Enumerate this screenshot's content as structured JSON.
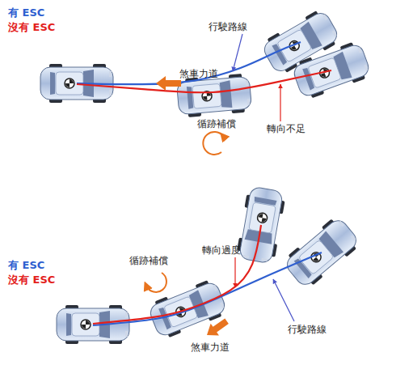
{
  "diagram": {
    "labels": [
      "行駛路線",
      "煞車力道",
      "循跡補償",
      "轉向不足",
      "循跡補償",
      "轉向過度",
      "行駛路線",
      "煞車力道"
    ],
    "legend": [
      {
        "text": "有 ESC",
        "color": "#2f5fd0"
      },
      {
        "text": "沒有 ESC",
        "color": "#e3211c"
      },
      {
        "text": "有 ESC",
        "color": "#2f5fd0"
      },
      {
        "text": "沒有 ESC",
        "color": "#e3211c"
      }
    ]
  }
}
